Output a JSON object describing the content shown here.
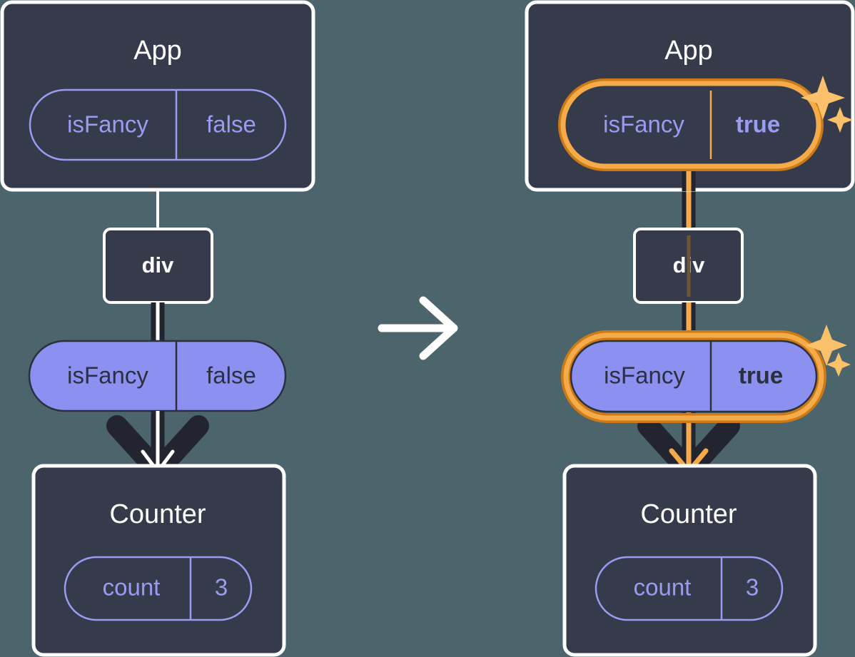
{
  "meta": {
    "diagram_title": "React re-render on state change",
    "background_color": "#4c646c"
  },
  "palette": {
    "background": "#4c646c",
    "box_fill": "#353b4a",
    "box_border": "#ffffff",
    "pill_outline": "#9a9cf2",
    "pill_fill": "#8c90f0",
    "pill_text_dark": "#2b3040",
    "connector_white": "#ffffff",
    "connector_dark": "#22242f",
    "highlight_outer": "#cc7a16",
    "highlight_inner": "#f5ab4a",
    "sparkle": "#fbc16a",
    "connector_orange": "#f5ab4a",
    "muted_line_left": "#656b84",
    "muted_line_right": "#6d5636"
  },
  "center": {
    "transition_arrow_icon": "arrow-right-icon"
  },
  "panels": [
    {
      "id": "before",
      "app": {
        "title": "App",
        "state_pill": {
          "name": "isFancy",
          "value": "false",
          "style": "outline",
          "highlighted": false,
          "value_bold": false
        }
      },
      "div": {
        "label": "div"
      },
      "prop_pill": {
        "name": "isFancy",
        "value": "false",
        "style": "solid",
        "highlighted": false,
        "value_bold": false
      },
      "counter": {
        "title": "Counter",
        "state_pill": {
          "name": "count",
          "value": "3",
          "style": "outline",
          "highlighted": false,
          "value_bold": false
        }
      },
      "connector_accent": "white"
    },
    {
      "id": "after",
      "app": {
        "title": "App",
        "state_pill": {
          "name": "isFancy",
          "value": "true",
          "style": "outline",
          "highlighted": true,
          "value_bold": true
        }
      },
      "div": {
        "label": "div"
      },
      "prop_pill": {
        "name": "isFancy",
        "value": "true",
        "style": "solid",
        "highlighted": true,
        "value_bold": true
      },
      "counter": {
        "title": "Counter",
        "state_pill": {
          "name": "count",
          "value": "3",
          "style": "outline",
          "highlighted": false,
          "value_bold": false
        }
      },
      "connector_accent": "orange"
    }
  ]
}
